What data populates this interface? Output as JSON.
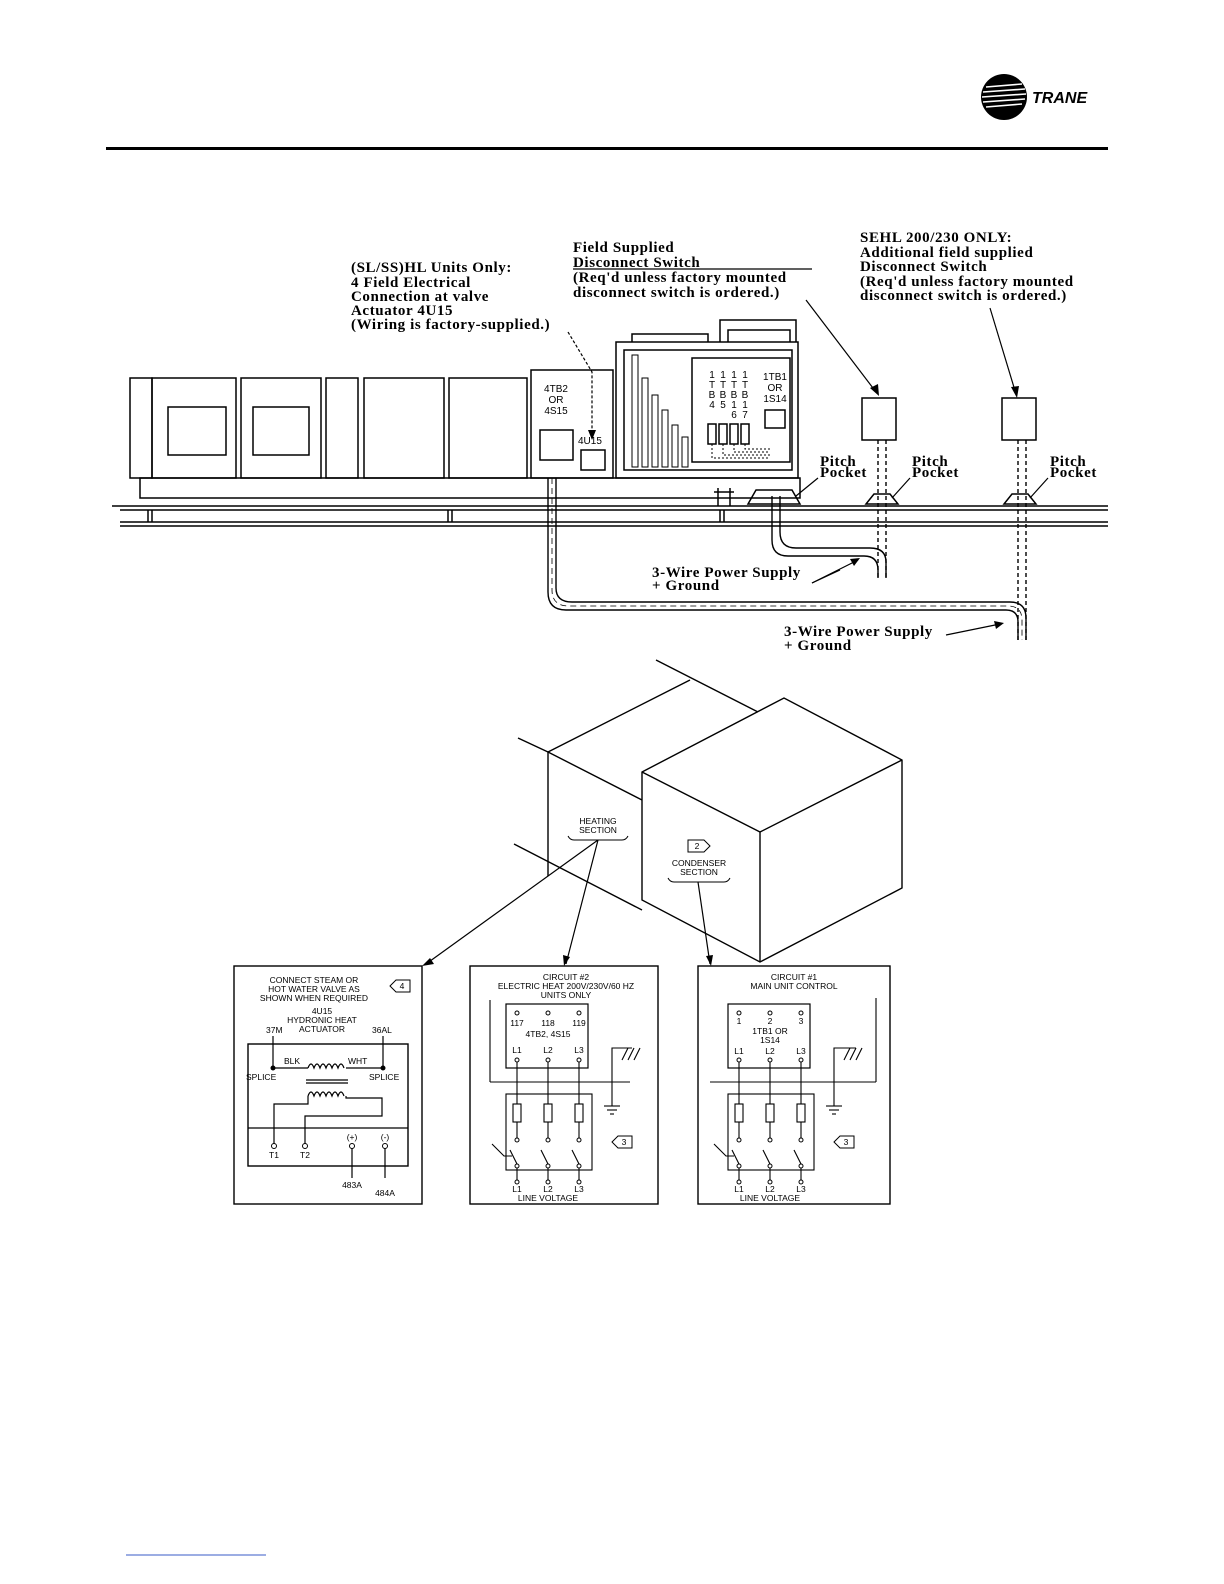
{
  "header": {
    "brand": "TRANE"
  },
  "callouts": {
    "hl_units": [
      "(SL/SS)HL Units Only:",
      "4 Field Electrical",
      "Connection at valve",
      "Actuator 4U15",
      "(Wiring is factory-supplied.)"
    ],
    "field_disconnect": [
      "Field Supplied",
      "Disconnect Switch",
      "(Req'd unless factory mounted",
      "disconnect switch is ordered.)"
    ],
    "sehl": [
      "SEHL 200/230 ONLY:",
      "Additional field supplied",
      "Disconnect Switch",
      "(Req'd unless factory mounted",
      "disconnect switch is ordered.)"
    ],
    "pitch_pocket": [
      "Pitch",
      "Pocket"
    ],
    "power_supply_1": [
      "3-Wire Power Supply",
      "+ Ground"
    ],
    "power_supply_2": [
      "3-Wire Power Supply",
      "+ Ground"
    ]
  },
  "unit_labels": {
    "tb2": [
      "4TB2",
      "OR",
      "4S15"
    ],
    "u15": "4U15",
    "tb_columns": [
      [
        "1",
        "T",
        "B",
        "4"
      ],
      [
        "1",
        "T",
        "B",
        "5"
      ],
      [
        "1",
        "T",
        "B",
        "1",
        "6"
      ],
      [
        "1",
        "T",
        "B",
        "1",
        "7"
      ]
    ],
    "tb1": [
      "1TB1",
      "OR",
      "1S14"
    ]
  },
  "iso": {
    "heating": [
      "HEATING",
      "SECTION"
    ],
    "condenser": [
      "CONDENSER",
      "SECTION"
    ],
    "condenser_tag": "2"
  },
  "panel_hydronic": {
    "title": [
      "CONNECT STEAM OR",
      "HOT WATER VALVE AS",
      "SHOWN WHEN REQUIRED",
      "4U15",
      "HYDRONIC HEAT",
      "ACTUATOR"
    ],
    "tag": "4",
    "wire_left": "37M",
    "wire_right": "36AL",
    "blk": "BLK",
    "wht": "WHT",
    "splice_left": "SPLICE",
    "splice_right": "SPLICE",
    "terminals": [
      "T1",
      "T2",
      "(+)",
      "(-)"
    ],
    "wire_plus": "483A",
    "wire_minus": "484A"
  },
  "panel_circuit2": {
    "title": [
      "CIRCUIT #2",
      "ELECTRIC HEAT 200V/230V/60 HZ",
      "UNITS ONLY"
    ],
    "terms": [
      "117",
      "118",
      "119"
    ],
    "block": "4TB2, 4S15",
    "lines": [
      "L1",
      "L2",
      "L3"
    ],
    "bottom_lines": [
      "L1",
      "L2",
      "L3"
    ],
    "line_voltage": "LINE  VOLTAGE",
    "tag": "3"
  },
  "panel_circuit1": {
    "title": [
      "CIRCUIT #1",
      "MAIN UNIT CONTROL"
    ],
    "terms": [
      "1",
      "2",
      "3"
    ],
    "block": [
      "1TB1 OR",
      "1S14"
    ],
    "lines": [
      "L1",
      "L2",
      "L3"
    ],
    "bottom_lines": [
      "L1",
      "L2",
      "L3"
    ],
    "line_voltage": "LINE  VOLTAGE",
    "tag": "3"
  }
}
